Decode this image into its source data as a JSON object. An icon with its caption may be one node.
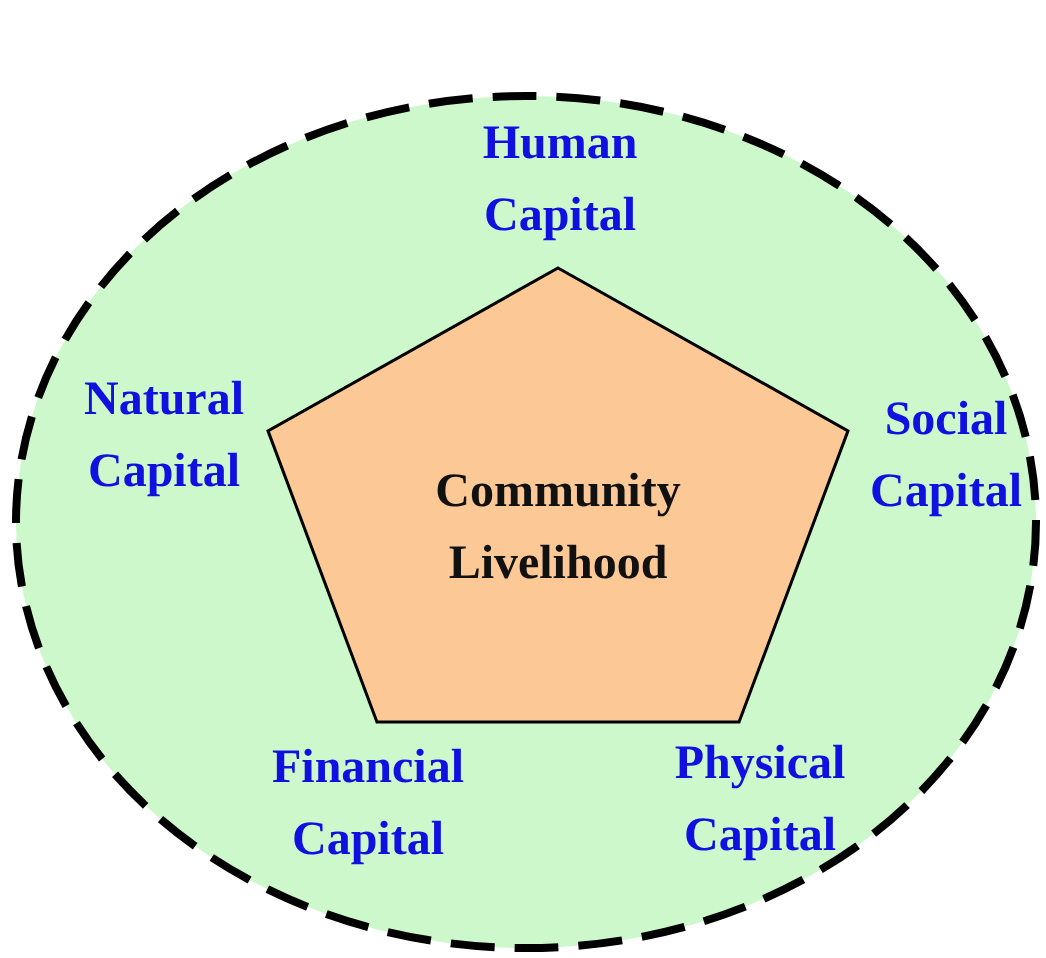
{
  "diagram": {
    "nodes": [
      {
        "text": [],
        "shape": "ellipse"
      },
      {
        "text": [
          "Community Livelihood"
        ],
        "in": 0
      }
    ],
    "labels": [
      "Human Capital",
      "Natural Capital",
      "Social Capital",
      "Financial Capital",
      "Physical Capital"
    ]
  }
}
